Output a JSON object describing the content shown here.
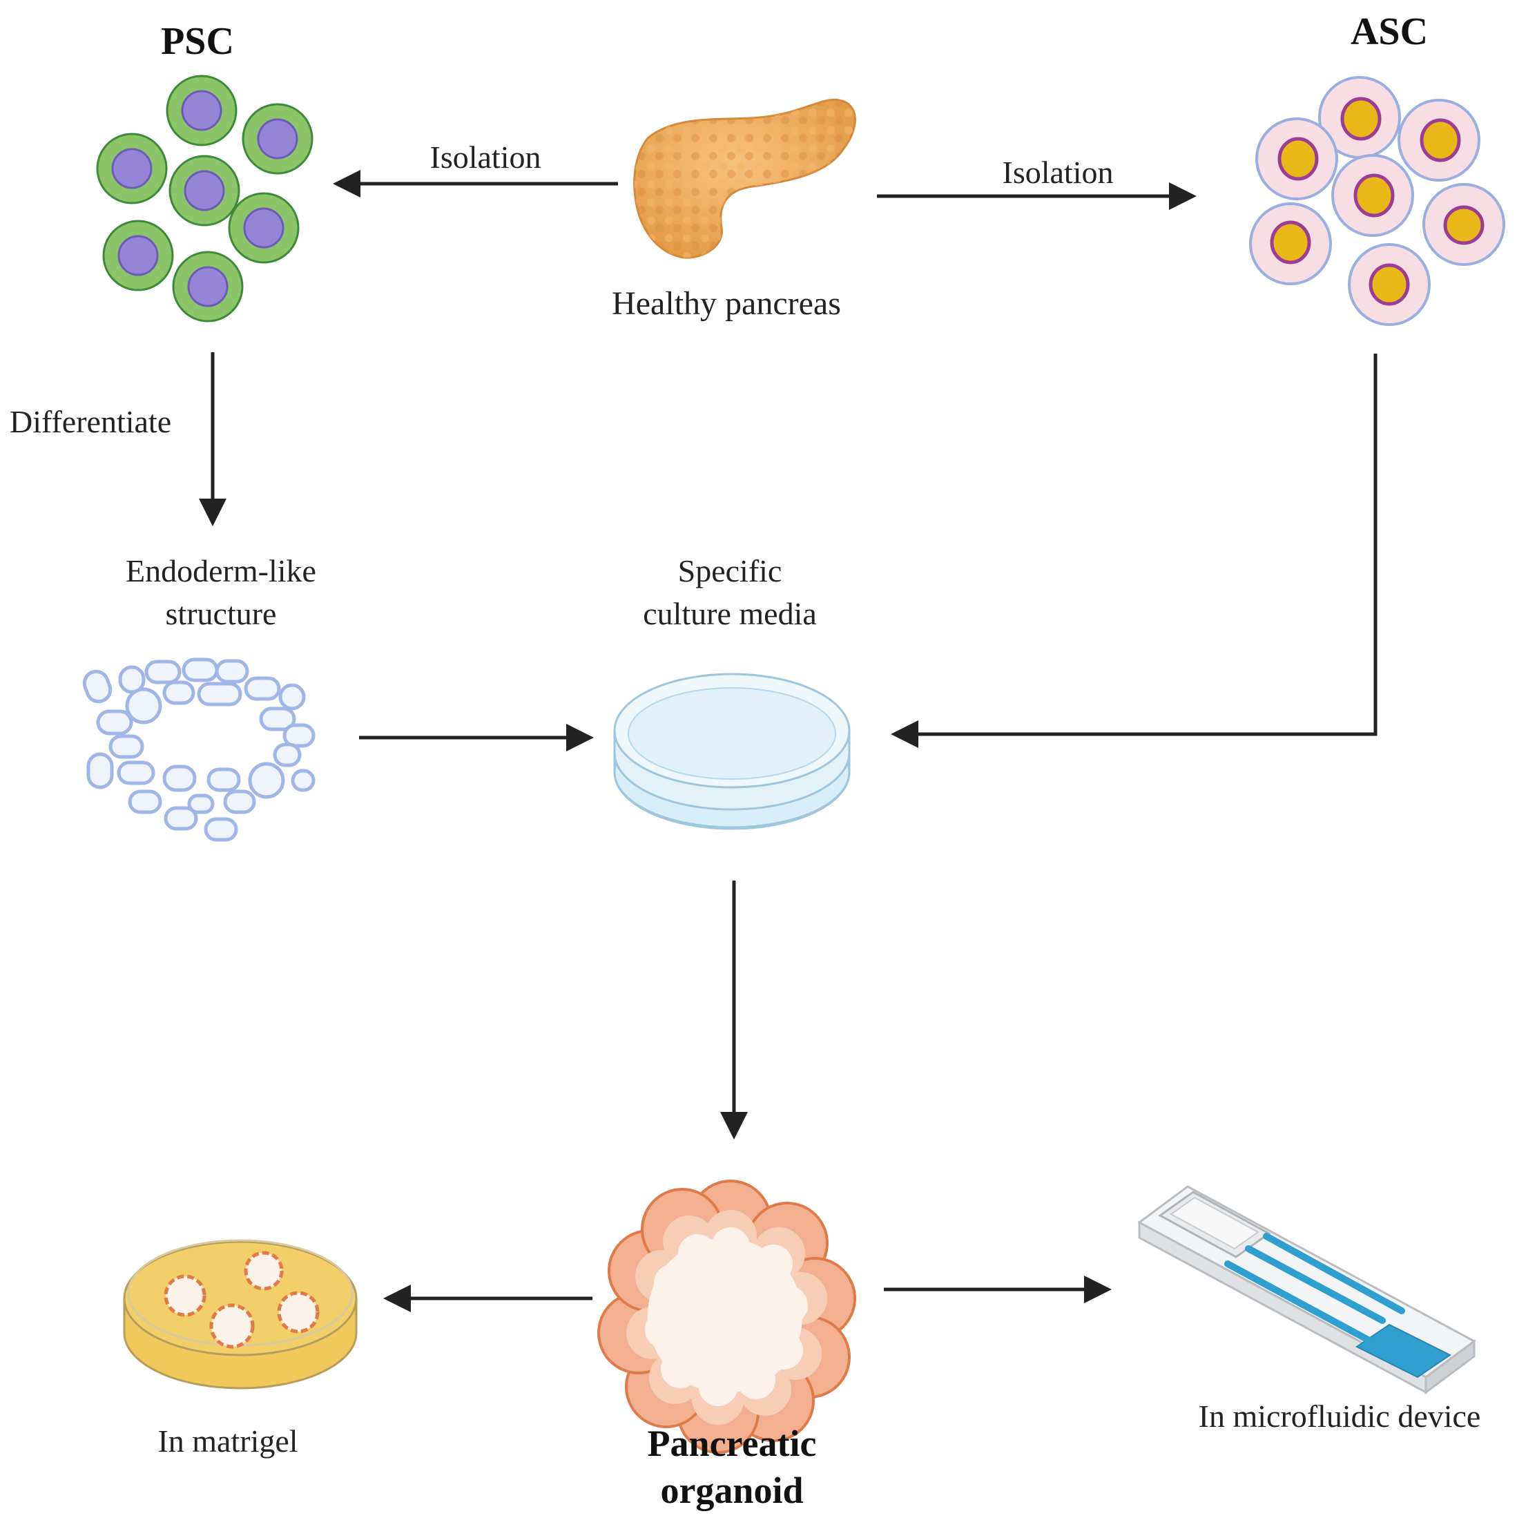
{
  "labels": {
    "psc": "PSC",
    "asc": "ASC",
    "isolation_left": "Isolation",
    "isolation_right": "Isolation",
    "healthy_pancreas": "Healthy pancreas",
    "differentiate": "Differentiate",
    "endoderm_line1": "Endoderm-like",
    "endoderm_line2": "structure",
    "media_line1": "Specific",
    "media_line2": "culture media",
    "matrigel": "In matrigel",
    "organoid_line1": "Pancreatic",
    "organoid_line2": "organoid",
    "microfluidic": "In microfluidic device"
  },
  "colors": {
    "psc_cytoplasm": "#8cc46a",
    "psc_nucleus": "#9585d6",
    "asc_cytoplasm": "#f7dde4",
    "asc_membrane": "#9aaee0",
    "asc_nucleus": "#e9b817",
    "asc_nucleus_ring": "#9c3d95",
    "pancreas": "#f0a85a",
    "endoderm_outline": "#9fb6e6",
    "dish": "#d8eef8",
    "matrigel": "#f3cf6a",
    "organoid": "#e88a5a",
    "microfluidic_channel": "#2f9fd0",
    "arrow": "#222222"
  }
}
